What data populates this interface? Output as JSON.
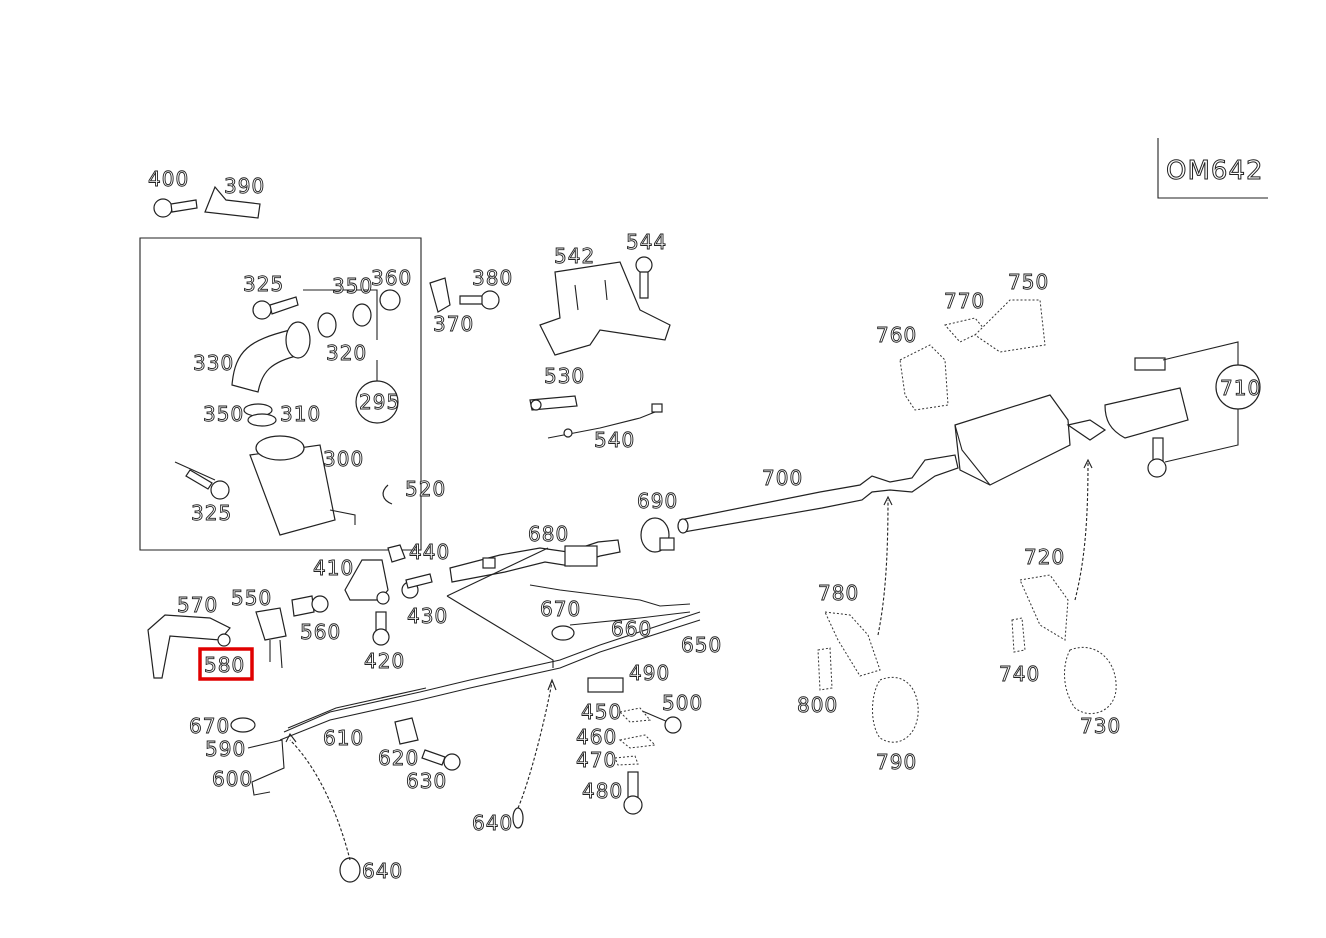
{
  "engine_code": "OM642",
  "highlighted_part": "580",
  "labels": {
    "l400": "400",
    "l390": "390",
    "l325a": "325",
    "l350a": "350",
    "l360": "360",
    "l380": "380",
    "l370": "370",
    "l330": "330",
    "l320": "320",
    "l295": "295",
    "l350b": "350",
    "l310": "310",
    "l300": "300",
    "l325b": "325",
    "l520": "520",
    "l542": "542",
    "l544": "544",
    "l530": "530",
    "l540": "540",
    "l770": "770",
    "l750": "750",
    "l760": "760",
    "l710": "710",
    "l700": "700",
    "l690": "690",
    "l680": "680",
    "l440": "440",
    "l410": "410",
    "l430": "430",
    "l420": "420",
    "l570": "570",
    "l550": "550",
    "l560": "560",
    "l580": "580",
    "l670a": "670",
    "l660": "660",
    "l650": "650",
    "l490": "490",
    "l500": "500",
    "l450": "450",
    "l460": "460",
    "l470": "470",
    "l480": "480",
    "l670b": "670",
    "l590": "590",
    "l610": "610",
    "l600": "600",
    "l620": "620",
    "l630": "630",
    "l640a": "640",
    "l640b": "640",
    "l780": "780",
    "l800": "800",
    "l790": "790",
    "l720": "720",
    "l740": "740",
    "l730": "730"
  }
}
